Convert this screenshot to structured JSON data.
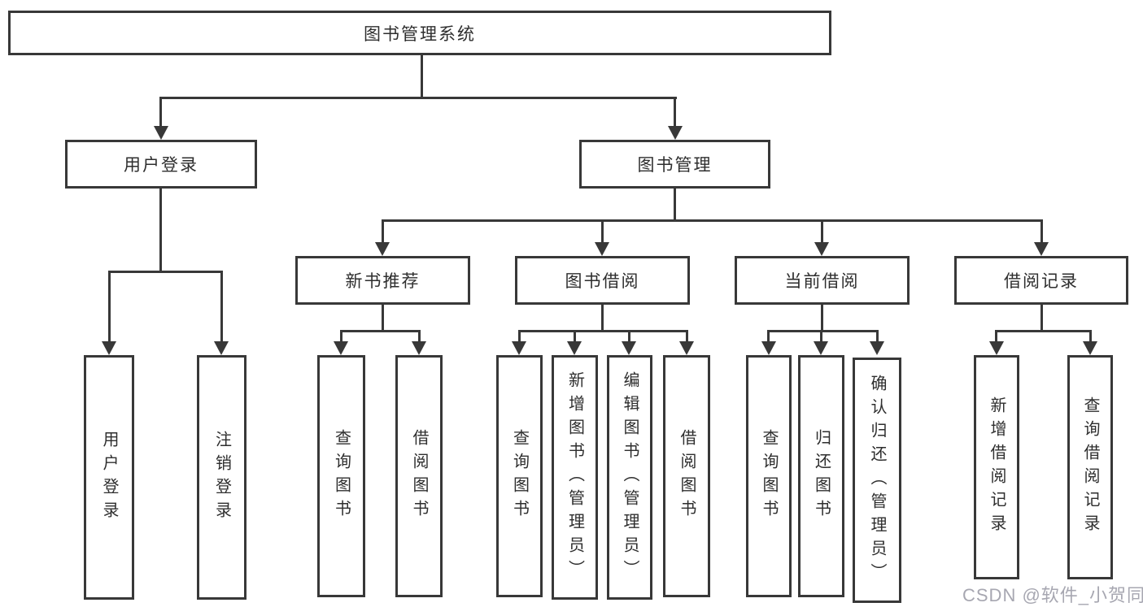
{
  "diagram": {
    "root": "图书管理系统",
    "login": {
      "label": "用户登录",
      "children": [
        "用户登录",
        "注销登录"
      ]
    },
    "management": {
      "label": "图书管理",
      "modules": [
        {
          "label": "新书推荐",
          "children": [
            "查询图书",
            "借阅图书"
          ]
        },
        {
          "label": "图书借阅",
          "children": [
            "查询图书",
            "新增图书（管理员）",
            "编辑图书（管理员）",
            "借阅图书"
          ]
        },
        {
          "label": "当前借阅",
          "children": [
            "查询图书",
            "归还图书",
            "确认归还（管理员）"
          ]
        },
        {
          "label": "借阅记录",
          "children": [
            "新增借阅记录",
            "查询借阅记录"
          ]
        }
      ]
    },
    "colors": {
      "line": "#383838",
      "text": "#2e2e2e",
      "watermark": "#a7a7b1",
      "background": "#ffffff"
    }
  },
  "watermark": "CSDN @软件_小贺同学"
}
